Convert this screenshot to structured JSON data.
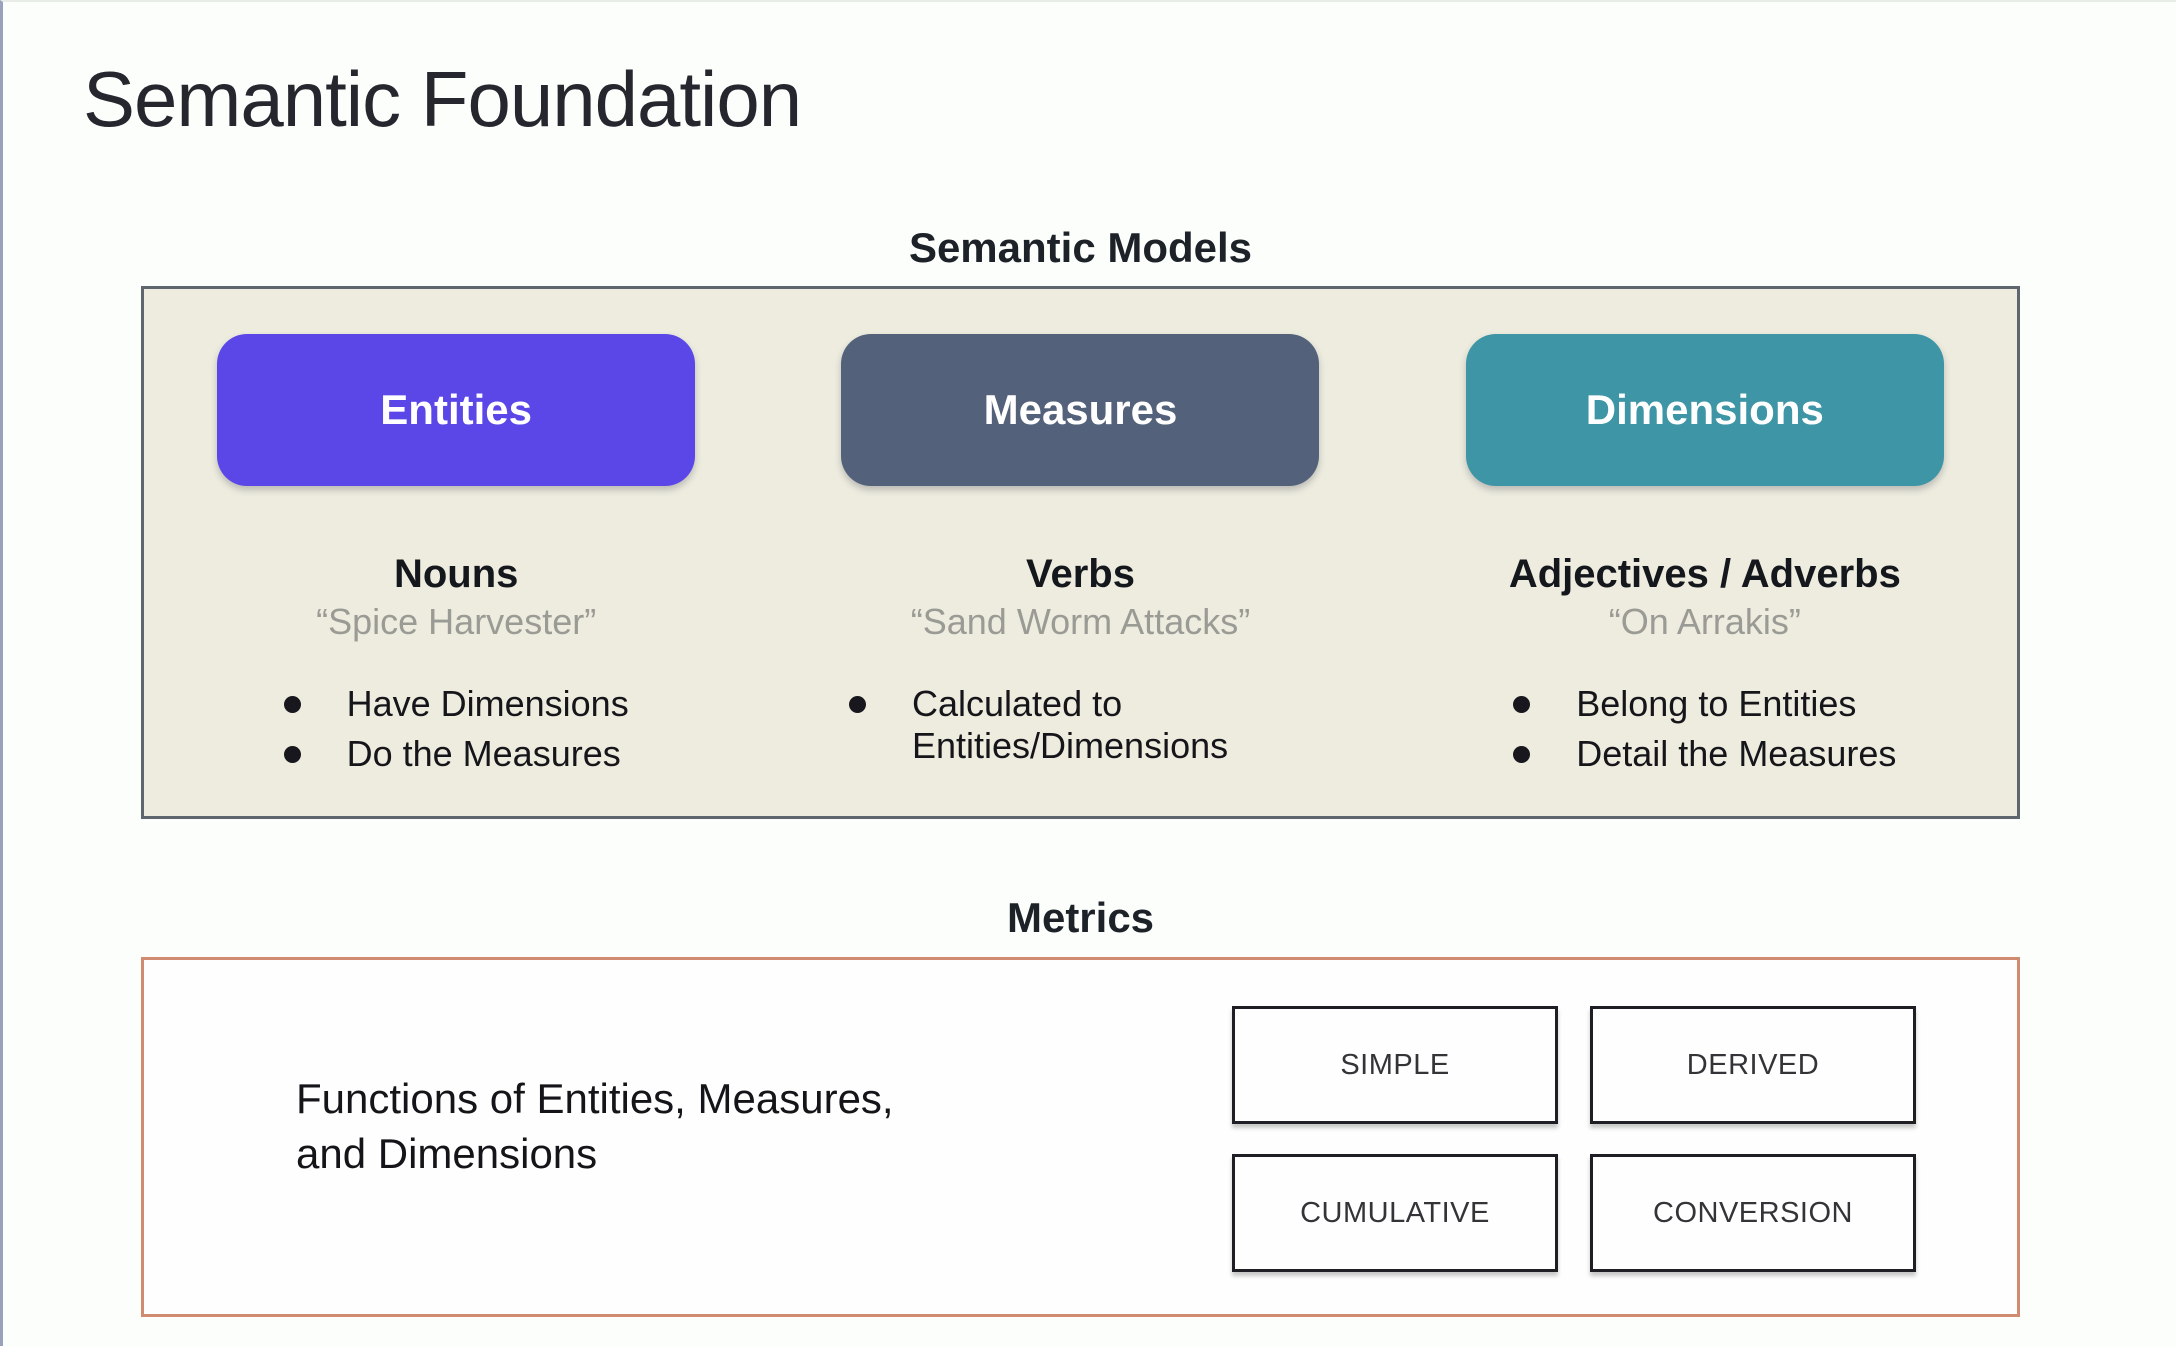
{
  "page": {
    "title": "Semantic Foundation"
  },
  "semantic_models": {
    "heading": "Semantic Models",
    "box_background": "#edecdf",
    "columns": [
      {
        "label": "Entities",
        "button_color": "#5b46e8",
        "role": "Nouns",
        "example": "“Spice Harvester”",
        "bullets": [
          "Have Dimensions",
          "Do the Measures"
        ]
      },
      {
        "label": "Measures",
        "button_color": "#53617a",
        "role": "Verbs",
        "example": "“Sand Worm Attacks”",
        "bullets": [
          "Calculated to Entities/Dimensions"
        ]
      },
      {
        "label": "Dimensions",
        "button_color": "#3d95a5",
        "role": "Adjectives / Adverbs",
        "example": "“On Arrakis”",
        "bullets": [
          "Belong to Entities",
          "Detail the Measures"
        ]
      }
    ]
  },
  "metrics": {
    "heading": "Metrics",
    "border_color": "#d08b70",
    "description": {
      "line1": "Functions of Entities, Measures,",
      "line2": "and Dimensions"
    },
    "types": [
      "SIMPLE",
      "DERIVED",
      "CUMULATIVE",
      "CONVERSION"
    ]
  }
}
